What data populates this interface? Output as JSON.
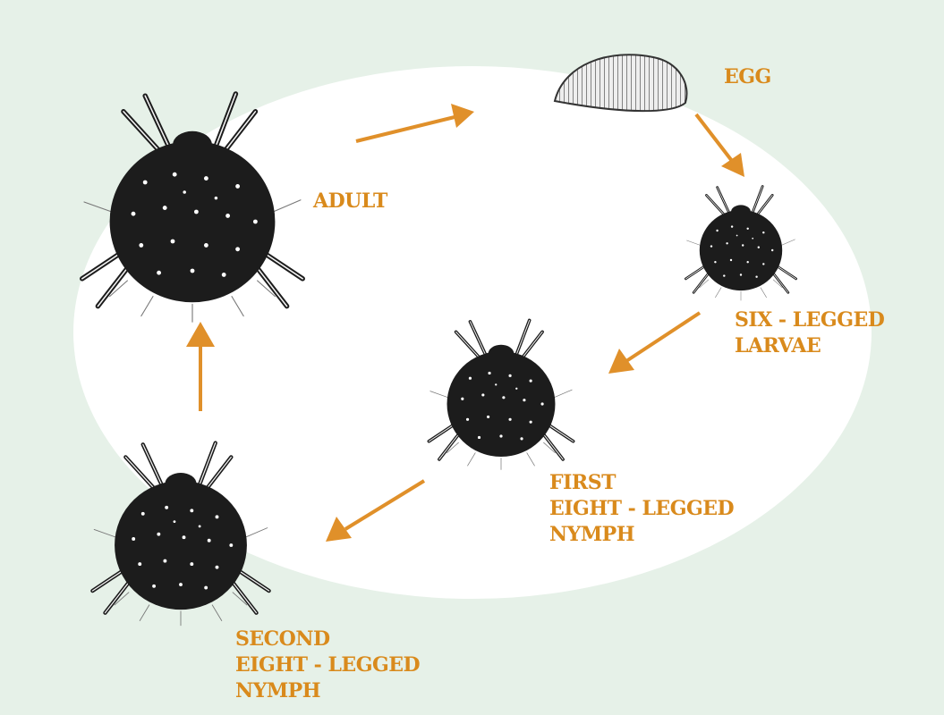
{
  "colors": {
    "background": "#e6f1e8",
    "ellipse": "#ffffff",
    "label": "#d98a1c",
    "arrow": "#e0902a",
    "mite": "#1c1c1c"
  },
  "stages": {
    "adult": {
      "lines": [
        "ADULT"
      ]
    },
    "egg": {
      "lines": [
        "EGG"
      ]
    },
    "larvae": {
      "lines": [
        "SIX - LEGGED",
        "LARVAE"
      ]
    },
    "first_nymph": {
      "lines": [
        "FIRST",
        "EIGHT - LEGGED",
        "NYMPH"
      ]
    },
    "second_nymph": {
      "lines": [
        "SECOND",
        "EIGHT - LEGGED",
        "NYMPH"
      ]
    }
  }
}
